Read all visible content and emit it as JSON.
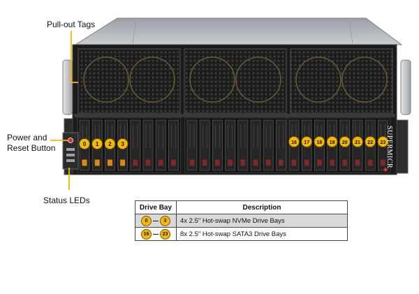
{
  "callouts": {
    "pull_out_tags": "Pull-out Tags",
    "power_reset_line1": "Power and",
    "power_reset_line2": "Reset Button",
    "status_leds": "Status LEDs"
  },
  "brand": "SUPERMICR",
  "front_bays": {
    "nvme_labels": [
      "0",
      "1",
      "2",
      "3"
    ],
    "sata_labels": [
      "16",
      "17",
      "18",
      "19",
      "20",
      "21",
      "22",
      "23"
    ],
    "bays_per_group": 8,
    "groups": 3
  },
  "table": {
    "header": {
      "bay": "Drive Bay",
      "description": "Description"
    },
    "rows": [
      {
        "bay_start": "0",
        "bay_end": "3",
        "description": "4x 2.5\" Hot-swap NVMe Drive Bays"
      },
      {
        "bay_start": "16",
        "bay_end": "23",
        "description": "8x 2.5\" Hot-swap SATA3 Drive Bays"
      }
    ]
  },
  "colors": {
    "badge": "#f2b807",
    "callout_line": "#f2b807",
    "chassis": "#1a1a1a",
    "handle": "#c8ccd0",
    "table_shade": "#d9d9d9"
  }
}
